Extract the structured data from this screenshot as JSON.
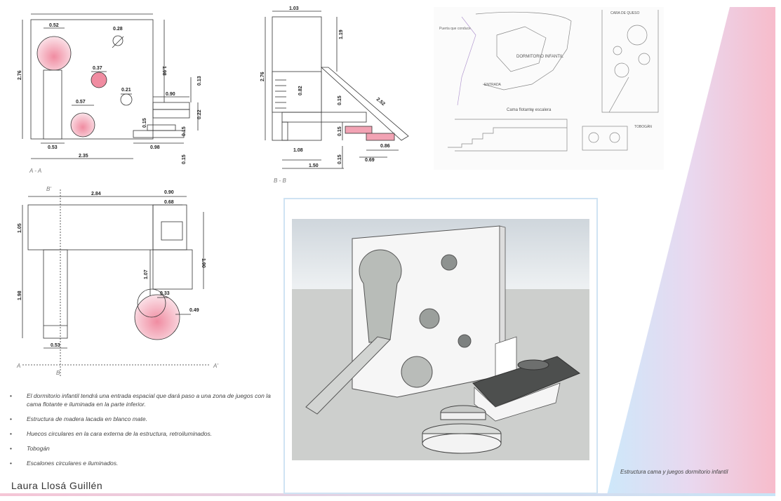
{
  "plan_aa": {
    "section_label": "A - A",
    "dims": {
      "width_total": "2.35",
      "height_total": "2.76",
      "circle_big": "0.52",
      "circle_top": "0.28",
      "circle_pink": "0.37",
      "circle_small": "0.21",
      "circle_mid": "0.57",
      "door_w": "0.53",
      "right_h": "1.98",
      "step_w": "0.90",
      "step_h1": "0.13",
      "step_h2": "0.22",
      "step_h3": "0.15",
      "step_h4": "0.15",
      "step_h5": "0.15",
      "base_w": "0.98"
    }
  },
  "plan_bb": {
    "section_label": "B - B",
    "dims": {
      "top_w": "1.03",
      "top_h": "1.19",
      "height_total": "2.76",
      "mid_h": "0.82",
      "mid_h2": "0.15",
      "slide": "2.52",
      "h15a": "0.15",
      "h15b": "0.15",
      "bed_w": "1.08",
      "step_w": "0.86",
      "step_w2": "0.69",
      "total_w": "1.50"
    }
  },
  "plan_top": {
    "label_b_top": "B'",
    "label_b_bottom": "B",
    "label_a_left": "A",
    "label_a_right": "A'",
    "dims": {
      "top_w": "2.84",
      "right_w": "0.90",
      "right_w2": "0.68",
      "left_h": "1.05",
      "left_h2": "1.98",
      "right_h": "1.90",
      "inner_h": "1.07",
      "circle_s": "0.33",
      "circle_l": "0.49",
      "bottom_w": "0.53"
    }
  },
  "sketch": {
    "label_1": "Puerta\nque\nconduce",
    "label_2": "DORMITORIO\nINFANTIL",
    "label_3": "ENTRADA",
    "label_4": "Cama\nflotante",
    "label_5": "y escalera",
    "label_6": "TOBOGÁN",
    "label_7": "CARA DE QUESO"
  },
  "bullets": [
    "El dormitorio infantil tendrá una entrada espacial que dará paso a una zona de juegos con la cama flotante e iluminada en la parte inferior.",
    "Estructura de madera lacada en blanco mate.",
    "Huecos circulares en la cara externa de la estructura, retroiluminados.",
    "Tobogán",
    "Escalones circulares e iluminados."
  ],
  "author": "Laura Llosá Guillén",
  "caption": "Estructura cama y juegos dormitorio infantil",
  "colors": {
    "pink": "#f4a4b3",
    "blue": "#bfe0f5",
    "frame_blue": "#cfe3f3",
    "line": "#333333"
  }
}
